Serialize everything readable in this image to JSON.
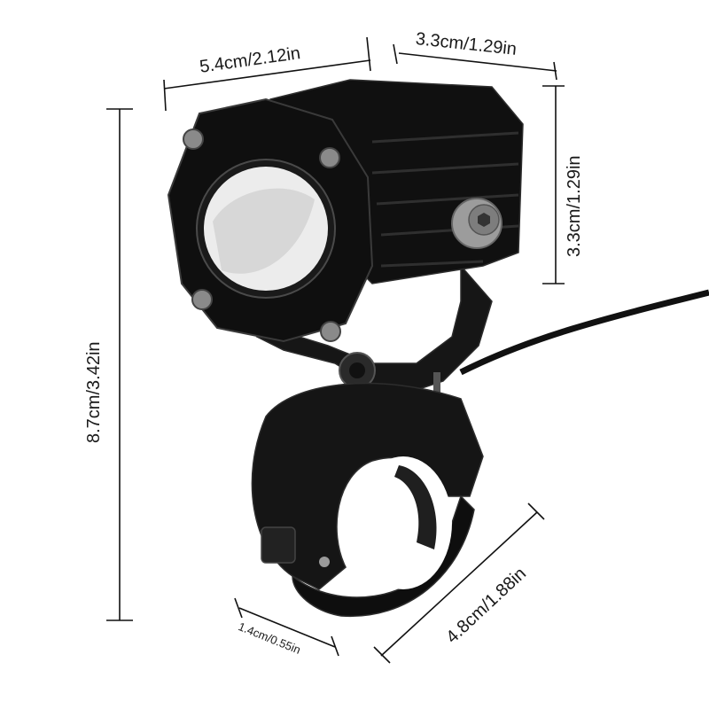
{
  "dimensions": {
    "width_top": "5.4cm/2.12in",
    "depth_top": "3.3cm/1.29in",
    "height_head": "3.3cm/1.29in",
    "height_total": "8.7cm/3.42in",
    "clamp_width": "1.4cm/0.55in",
    "clamp_diameter": "4.8cm/1.88in"
  },
  "colors": {
    "line": "#111111",
    "body": "#131313",
    "lens": "#ececec"
  }
}
